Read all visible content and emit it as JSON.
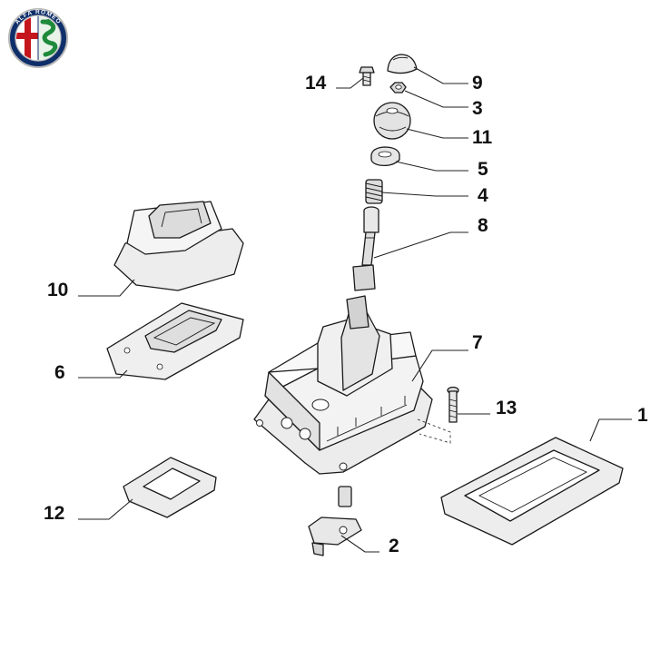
{
  "brand": {
    "logo_text": "ALFA ROMEO",
    "colors": {
      "ring": "#0f2f6b",
      "red": "#c4161c",
      "green": "#1f8a3b",
      "white": "#ffffff"
    }
  },
  "callouts": [
    {
      "id": "c1",
      "label": "1"
    },
    {
      "id": "c2",
      "label": "2"
    },
    {
      "id": "c3",
      "label": "3"
    },
    {
      "id": "c4",
      "label": "4"
    },
    {
      "id": "c5",
      "label": "5"
    },
    {
      "id": "c6",
      "label": "6"
    },
    {
      "id": "c7",
      "label": "7"
    },
    {
      "id": "c8",
      "label": "8"
    },
    {
      "id": "c9",
      "label": "9"
    },
    {
      "id": "c10",
      "label": "10"
    },
    {
      "id": "c11",
      "label": "11"
    },
    {
      "id": "c12",
      "label": "12"
    },
    {
      "id": "c13",
      "label": "13"
    },
    {
      "id": "c14",
      "label": "14"
    }
  ],
  "colors": {
    "part_fill": "#f4f4f4",
    "part_shade": "#d9d9d9",
    "line": "#1a1a1a",
    "text": "#111111"
  }
}
